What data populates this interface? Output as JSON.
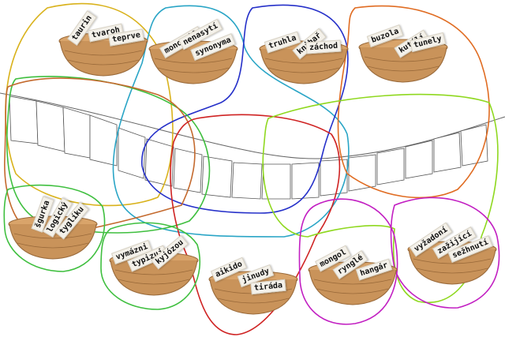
{
  "baskets": [
    {
      "id": "b1",
      "words": [
        "taurin",
        "tvaroh",
        "teprve"
      ]
    },
    {
      "id": "b2",
      "words": [
        "monocykl",
        "nenasytí",
        "synonyma"
      ]
    },
    {
      "id": "b3",
      "words": [
        "truhla",
        "knihař",
        "záchod"
      ]
    },
    {
      "id": "b4",
      "words": [
        "buzola",
        "kutálí",
        "tunely"
      ]
    },
    {
      "id": "b5",
      "words": [
        "šgurka",
        "logický",
        "tyglíku"
      ]
    },
    {
      "id": "b6",
      "words": [
        "vymázni",
        "typizuj",
        "kyjózou"
      ]
    },
    {
      "id": "b7",
      "words": [
        "aikido",
        "jinudy",
        "tiráda"
      ]
    },
    {
      "id": "b8",
      "words": [
        "mongol",
        "rynglé",
        "hangár"
      ]
    },
    {
      "id": "b9",
      "words": [
        "vyžadoní",
        "zažijící",
        "sežhnutí"
      ]
    }
  ],
  "colors": {
    "yellow": "#d9b21c",
    "teal": "#2aa5c6",
    "blue": "#2530c9",
    "orange": "#e06c22",
    "darkorange": "#c46a2e",
    "green": "#3fbf3f",
    "red": "#cf2323",
    "lime": "#8fd81f",
    "magenta": "#c21fc2",
    "basket": "#c9935a",
    "basketDark": "#9a6a3a"
  }
}
